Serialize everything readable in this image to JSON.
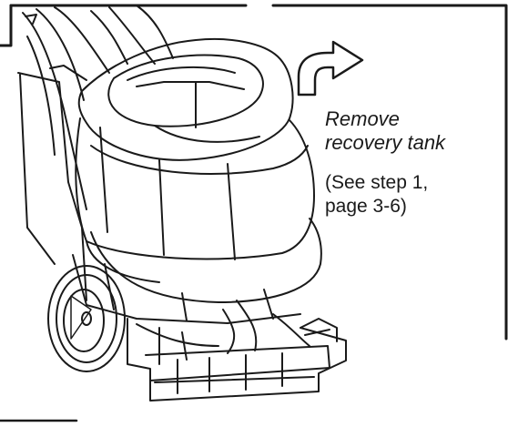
{
  "caption": {
    "title_line1": "Remove",
    "title_line2": "recovery tank",
    "ref_line1": "(See step 1,",
    "ref_line2": "page 3-6)"
  },
  "icons": {
    "instruction_arrow": "curved-arrow-right-icon",
    "machine": "carpet-extractor-icon"
  },
  "colors": {
    "line": "#1a1a1a",
    "background": "#ffffff"
  }
}
